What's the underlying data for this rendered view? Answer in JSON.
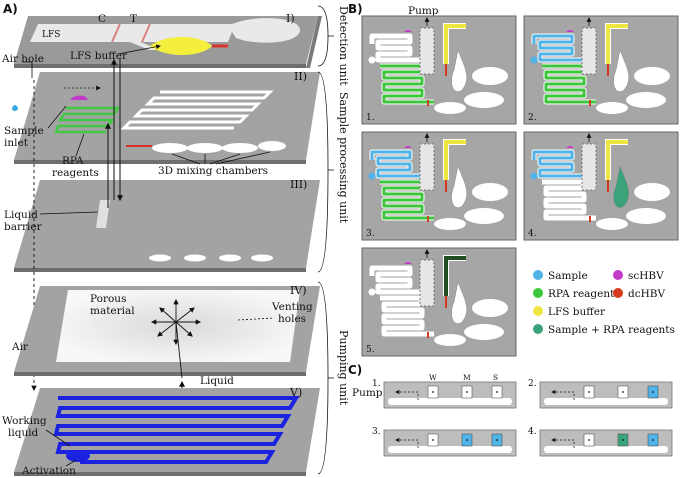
{
  "panels": {
    "a": "A)",
    "b": "B)",
    "c": "C)"
  },
  "panel_a": {
    "layers": [
      "I)",
      "II)",
      "III)",
      "IV)",
      "V)"
    ],
    "units": {
      "detection": "Detection unit",
      "sample_processing": "Sample processing unit",
      "pumping": "Pumping unit"
    },
    "labels": {
      "lfs": "LFS",
      "c": "C",
      "t": "T",
      "lfs_buffer": "LFS buffer",
      "air_hole": "Air hole",
      "sample_inlet_1": "Sample",
      "sample_inlet_2": "inlet",
      "rpa_1": "RPA",
      "rpa_2": "reagents",
      "mixing_chambers": "3D mixing chambers",
      "liquid_barrier_1": "Liquid",
      "liquid_barrier_2": "barrier",
      "porous_1": "Porous",
      "porous_2": "material",
      "venting_1": "Venting",
      "venting_2": "holes",
      "air": "Air",
      "liquid": "Liquid",
      "working_1": "Working",
      "working_2": "liquid",
      "activation": "Activation"
    }
  },
  "panel_b": {
    "pump": "Pump",
    "steps": [
      "1.",
      "2.",
      "3.",
      "4.",
      "5."
    ],
    "legend": [
      {
        "label": "Sample",
        "color": "#4fb3e8"
      },
      {
        "label": "RPA reagents",
        "color": "#3cc63c"
      },
      {
        "label": "LFS buffer",
        "color": "#f0e640"
      },
      {
        "label": "Sample + RPA reagents",
        "color": "#3aa37a"
      },
      {
        "label": "scHBV",
        "color": "#c43ac8"
      },
      {
        "label": "dcHBV",
        "color": "#d43a1e"
      }
    ]
  },
  "panel_c": {
    "steps": [
      "1.",
      "2.",
      "3.",
      "4."
    ],
    "pump": "Pump",
    "chambers": [
      "W",
      "M",
      "S"
    ]
  }
}
